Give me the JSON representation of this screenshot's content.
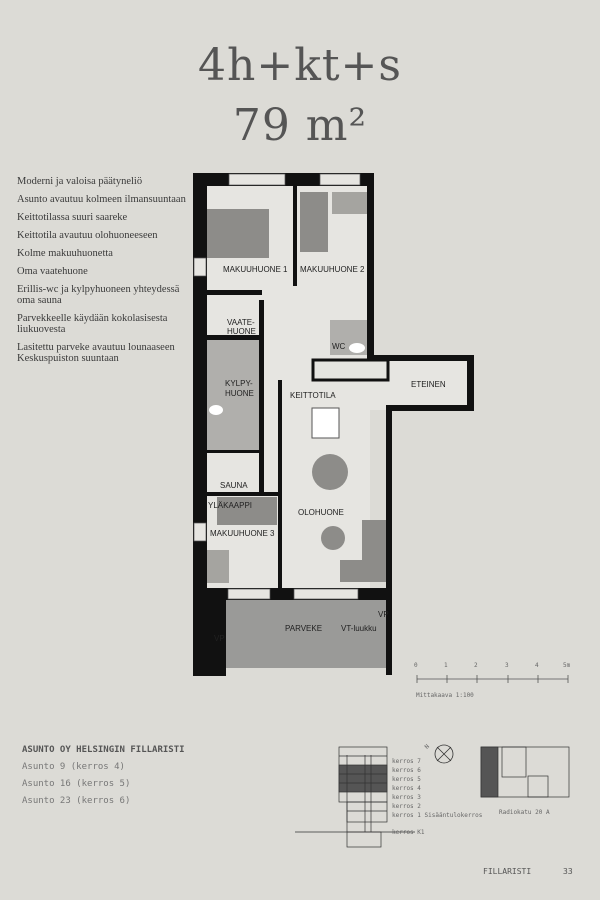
{
  "header": {
    "type": "4h+kt+s",
    "area": "79 m²"
  },
  "features": [
    "Moderni ja valoisa päätyneliö",
    "Asunto avautuu kolmeen ilmansuuntaan",
    "Keittotilassa suuri saareke",
    "Keittotila avautuu olohuoneeseen",
    "Kolme makuuhuonetta",
    "Oma vaatehuone",
    "Erillis-wc ja kylpyhuoneen yhteydessä oma sauna",
    "Parvekkeelle käydään kokolasisesta liukuovesta",
    "Lasitettu parveke avautuu lounaaseen Keskuspuiston suuntaan"
  ],
  "rooms": {
    "mh1": "MAKUUHUONE 1",
    "mh2": "MAKUUHUONE 2",
    "vaate1": "VAATE-",
    "vaate2": "HUONE",
    "wc": "WC",
    "kylpy1": "KYLPY-",
    "kylpy2": "HUONE",
    "keittotila": "KEITTOTILA",
    "eteinen": "ETEINEN",
    "sauna": "SAUNA",
    "ylakaappi": "YLÄKAAPPI",
    "mh3": "MAKUUHUONE 3",
    "olohuone": "OLOHUONE",
    "parveke": "PARVEKE",
    "vtluukku": "VT-luukku",
    "vp1": "VP",
    "vp2": "VP"
  },
  "scale": {
    "ticks": [
      "0",
      "1",
      "2",
      "3",
      "4",
      "5m"
    ],
    "label": "Mittakaava 1:100"
  },
  "company": {
    "name": "ASUNTO OY HELSINGIN FILLARISTI",
    "units": [
      "Asunto 9 (kerros 4)",
      "Asunto 16 (kerros 5)",
      "Asunto 23 (kerros 6)"
    ]
  },
  "floors": [
    "kerros 7",
    "kerros 6",
    "kerros 5",
    "kerros 4",
    "kerros 3",
    "kerros 2",
    "kerros 1 Sisääntulokerros",
    "kerros K1"
  ],
  "compass": "N",
  "site": {
    "address": "Radiokatu 20 A"
  },
  "footer": {
    "brand": "FILLARISTI",
    "page": "33"
  }
}
